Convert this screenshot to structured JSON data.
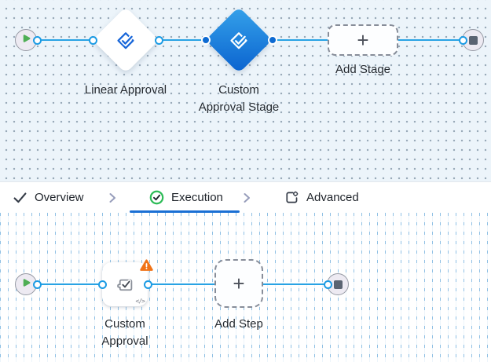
{
  "stage_canvas": {
    "nodes": {
      "start": {
        "icon": "play-icon"
      },
      "linear_approval": {
        "label": "Linear Approval",
        "icon": "stage-check-icon",
        "selected": false
      },
      "custom_approval_stage": {
        "label_line1": "Custom",
        "label_line2": "Approval Stage",
        "icon": "stage-check-icon",
        "selected": true
      },
      "add_stage": {
        "label": "Add Stage",
        "plus": "+"
      },
      "end": {
        "icon": "stop-icon"
      }
    }
  },
  "tabbar": {
    "tabs": [
      {
        "label": "Overview",
        "icon": "check-icon",
        "active": false
      },
      {
        "label": "Execution",
        "icon": "check-circle-icon",
        "active": true
      },
      {
        "label": "Advanced",
        "icon": "settings-panel-icon",
        "active": false
      }
    ]
  },
  "step_canvas": {
    "nodes": {
      "start": {
        "icon": "play-icon"
      },
      "custom_approval": {
        "label_line1": "Custom",
        "label_line2": "Approval",
        "icon": "puzzle-check-icon",
        "has_warning": true,
        "code_badge": "</>"
      },
      "add_step": {
        "label": "Add Step",
        "plus": "+"
      },
      "end": {
        "icon": "stop-icon"
      }
    }
  },
  "colors": {
    "edge_blue": "#29a3e4",
    "selected_node_gradient_start": "#35a2ea",
    "selected_node_gradient_end": "#0a62cf",
    "node_icon_blue": "#1766d9",
    "active_tab_underline": "#1a6fd4",
    "execution_icon_green": "#2dbb57",
    "warning_orange": "#f07318",
    "play_green": "#4fae55",
    "canvas_top_bg": "#ecf4fa"
  }
}
